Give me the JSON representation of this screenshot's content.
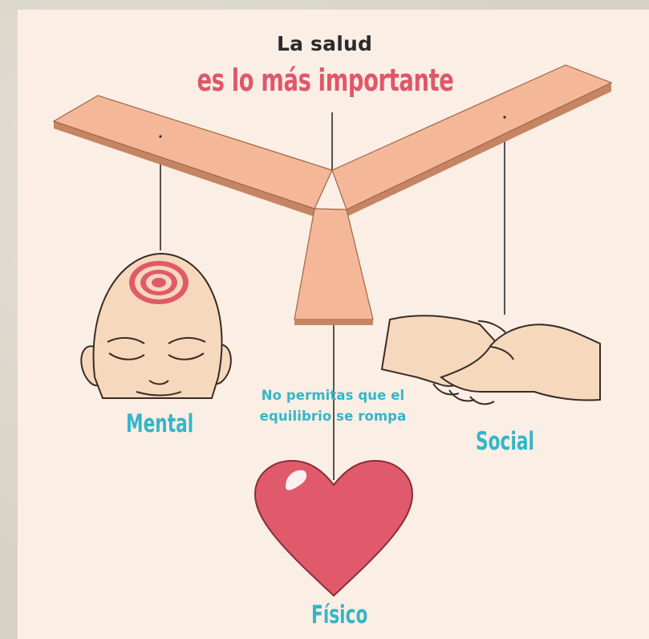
{
  "title": {
    "line1": "La salud",
    "line2": "es lo más importante"
  },
  "labels": {
    "mental": "Mental",
    "social": "Social",
    "fisico": "Físico"
  },
  "note": "No permitas que el equilibrio se rompa",
  "colors": {
    "card_background": "#fbeee5",
    "wood": "#f4b898",
    "wood_edge": "#c58563",
    "title_accent": "#e0576a",
    "label": "#33b6c8",
    "heart": "#e05a6b",
    "skin": "#f6d9bd",
    "target": "#e05a6b"
  },
  "icons": [
    "mobile-frame",
    "head-icon",
    "target-icon",
    "handshake-icon",
    "heart-icon"
  ]
}
